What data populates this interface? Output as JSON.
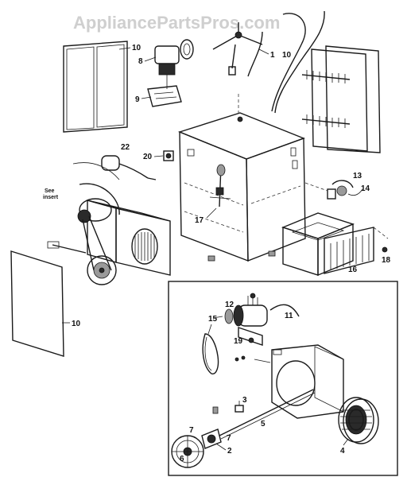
{
  "watermark": "AppliancePartsPros.com",
  "insert_note": {
    "line1": "See",
    "line2": "insert"
  },
  "callouts": {
    "c1": "1",
    "c2": "2",
    "c3": "3",
    "c4": "4",
    "c5": "5",
    "c6": "6",
    "c7a": "7",
    "c7b": "7",
    "c8": "8",
    "c9": "9",
    "c10a": "10",
    "c10b": "10",
    "c10c": "10",
    "c11": "11",
    "c12": "12",
    "c13": "13",
    "c14": "14",
    "c15": "15",
    "c16": "16",
    "c17": "17",
    "c18": "18",
    "c19": "19",
    "c20": "20",
    "c22": "22"
  }
}
